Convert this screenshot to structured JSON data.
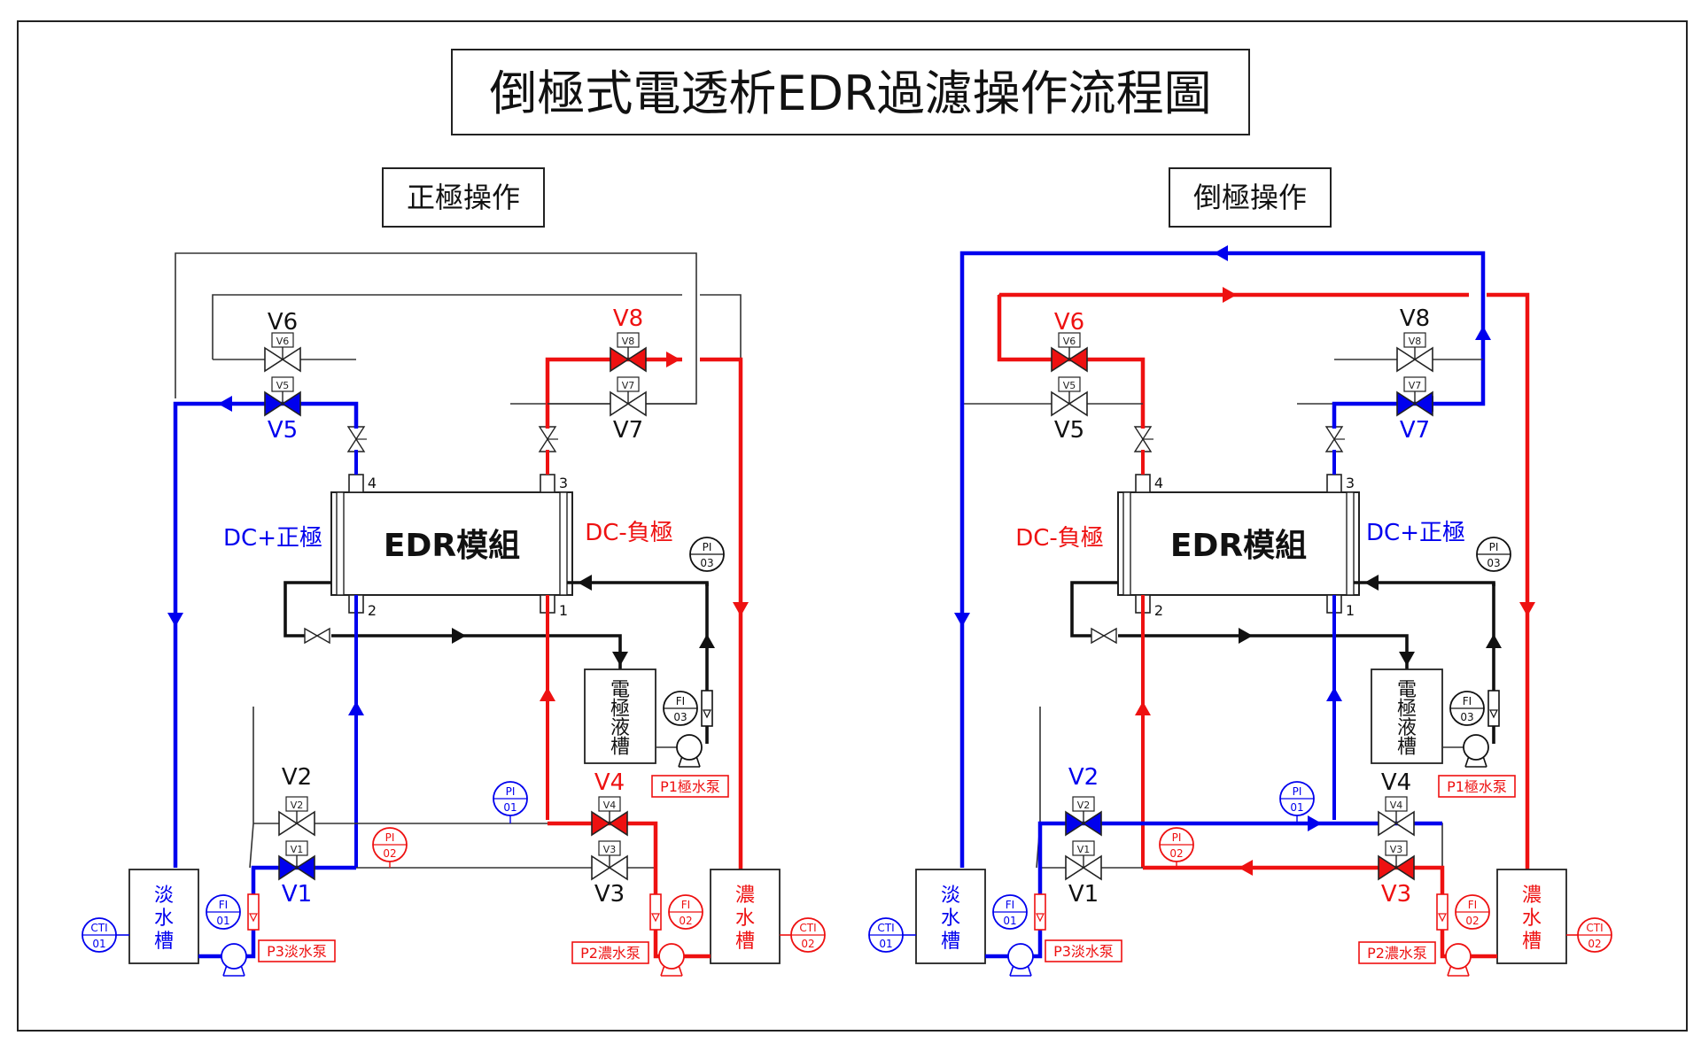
{
  "title": "倒極式電透析EDR過濾操作流程圖",
  "colors": {
    "blue": "#0000ee",
    "red": "#ee1111",
    "black": "#111111",
    "thin": "#333333"
  },
  "left": {
    "mode_label": "正極操作",
    "module_label": "EDR模組",
    "left_side_label": "DC+正極",
    "right_side_label": "DC-負極",
    "electrode_tank": [
      "電",
      "極",
      "液",
      "槽"
    ],
    "fresh_tank": [
      "淡",
      "水",
      "槽"
    ],
    "conc_tank": [
      "濃",
      "水",
      "槽"
    ],
    "port_labels": {
      "p1": "1",
      "p2": "2",
      "p3": "3",
      "p4": "4"
    },
    "valves": {
      "v1": {
        "label": "V1",
        "tag": "V1"
      },
      "v2": {
        "label": "V2",
        "tag": "V2"
      },
      "v3": {
        "label": "V3",
        "tag": "V3"
      },
      "v4": {
        "label": "V4",
        "tag": "V4"
      },
      "v5": {
        "label": "V5",
        "tag": "V5"
      },
      "v6": {
        "label": "V6",
        "tag": "V6"
      },
      "v7": {
        "label": "V7",
        "tag": "V7"
      },
      "v8": {
        "label": "V8",
        "tag": "V8"
      }
    },
    "instruments": {
      "pi01": [
        "PI",
        "01"
      ],
      "pi02": [
        "PI",
        "02"
      ],
      "pi03": [
        "PI",
        "03"
      ],
      "fi01": [
        "FI",
        "01"
      ],
      "fi02": [
        "FI",
        "02"
      ],
      "fi03": [
        "FI",
        "03"
      ],
      "cti01": [
        "CTI",
        "01"
      ],
      "cti02": [
        "CTI",
        "02"
      ]
    },
    "pumps": {
      "p1": "P1極水泵",
      "p2": "P2濃水泵",
      "p3": "P3淡水泵"
    }
  },
  "right": {
    "mode_label": "倒極操作",
    "module_label": "EDR模組",
    "left_side_label": "DC-負極",
    "right_side_label": "DC+正極",
    "electrode_tank": [
      "電",
      "極",
      "液",
      "槽"
    ],
    "fresh_tank": [
      "淡",
      "水",
      "槽"
    ],
    "conc_tank": [
      "濃",
      "水",
      "槽"
    ],
    "port_labels": {
      "p1": "1",
      "p2": "2",
      "p3": "3",
      "p4": "4"
    },
    "valves": {
      "v1": {
        "label": "V1",
        "tag": "V1"
      },
      "v2": {
        "label": "V2",
        "tag": "V2"
      },
      "v3": {
        "label": "V3",
        "tag": "V3"
      },
      "v4": {
        "label": "V4",
        "tag": "V4"
      },
      "v5": {
        "label": "V5",
        "tag": "V5"
      },
      "v6": {
        "label": "V6",
        "tag": "V6"
      },
      "v7": {
        "label": "V7",
        "tag": "V7"
      },
      "v8": {
        "label": "V8",
        "tag": "V8"
      }
    },
    "instruments": {
      "pi01": [
        "PI",
        "01"
      ],
      "pi02": [
        "PI",
        "02"
      ],
      "pi03": [
        "PI",
        "03"
      ],
      "fi01": [
        "FI",
        "01"
      ],
      "fi02": [
        "FI",
        "02"
      ],
      "fi03": [
        "FI",
        "03"
      ],
      "cti01": [
        "CTI",
        "01"
      ],
      "cti02": [
        "CTI",
        "02"
      ]
    },
    "pumps": {
      "p1": "P1極水泵",
      "p2": "P2濃水泵",
      "p3": "P3淡水泵"
    }
  }
}
